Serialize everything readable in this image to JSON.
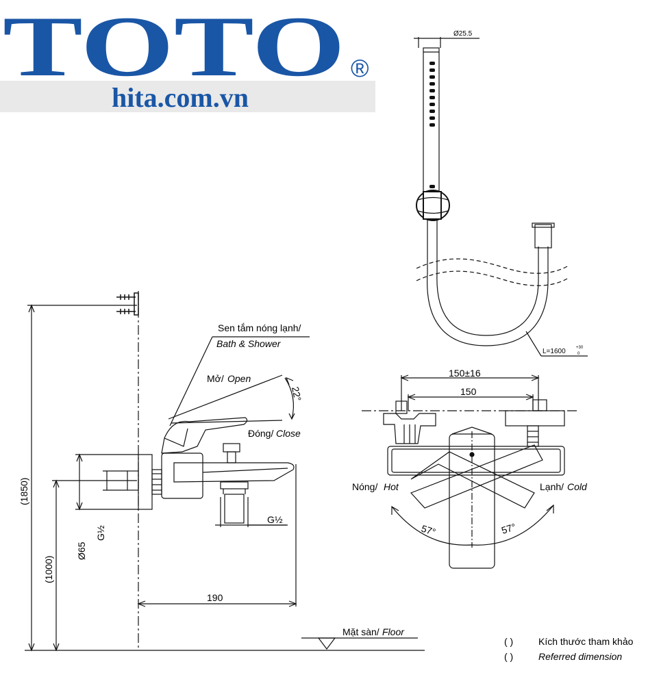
{
  "brand": {
    "logo_text": "TOTO",
    "registered_mark": "®",
    "website": "hita.com.vn",
    "logo_color": "#1a56a6",
    "band_color": "#e9e9e9"
  },
  "labels": {
    "bath_shower_vi": "Sen tắm nóng lạnh/",
    "bath_shower_en": "Bath & Shower",
    "open_vi": "Mở/",
    "open_en": "Open",
    "close_vi": "Đóng/",
    "close_en": "Close",
    "angle_lever": "22°",
    "hot_vi": "Nóng/",
    "hot_en": "Hot",
    "cold_vi": "Lạnh/",
    "cold_en": "Cold",
    "angle_left": "57°",
    "angle_right": "57°",
    "floor_vi": "Mặt sàn/",
    "floor_en": "Floor"
  },
  "dimensions": {
    "total_height": "(1850)",
    "outlet_height": "(1000)",
    "flange_dia": "Ø65",
    "thread_in": "G½",
    "thread_out": "G½",
    "projection": "190",
    "centers_range": "150±16",
    "centers": "150",
    "handset_dia": "Ø25.5",
    "hose_length": "L=1600",
    "hose_tol_plus": "+30",
    "hose_tol_minus": "0"
  },
  "legend": {
    "paren": "(      )",
    "vi": "Kích thước tham khảo",
    "en": "Referred dimension"
  }
}
